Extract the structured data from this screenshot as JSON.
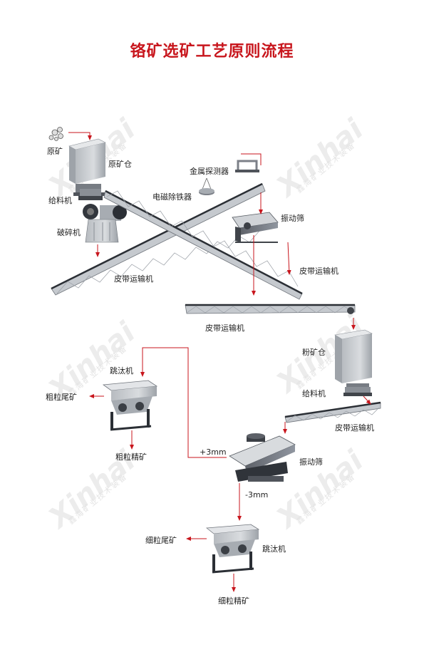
{
  "title": "铬矿选矿工艺原则流程",
  "watermark": {
    "logo": "Xinhai",
    "text": "鑫海矿业技术装备"
  },
  "labels": {
    "raw_ore": "原矿",
    "raw_ore_bin": "原矿仓",
    "feeder_1": "给料机",
    "crusher": "破碎机",
    "metal_detector": "金属探测器",
    "magnetic_separator": "电磁除铁器",
    "vibrating_screen_1": "振动筛",
    "belt_conveyor_1": "皮带运输机",
    "belt_conveyor_2": "皮带运输机",
    "belt_conveyor_3": "皮带运输机",
    "powder_bin": "粉矿仓",
    "feeder_2": "给料机",
    "belt_conveyor_4": "皮带运输机",
    "jig_1": "跳汰机",
    "coarse_tailings": "粗粒尾矿",
    "coarse_concentrate": "粗粒精矿",
    "plus_3mm": "+3mm",
    "vibrating_screen_2": "振动筛",
    "minus_3mm": "-3mm",
    "fine_tailings": "细粒尾矿",
    "jig_2": "跳汰机",
    "fine_concentrate": "细粒精矿"
  },
  "colors": {
    "title": "#c8161d",
    "arrow": "#c8161d",
    "equipment": "#8a8f96",
    "conveyor": "#7c8088"
  }
}
